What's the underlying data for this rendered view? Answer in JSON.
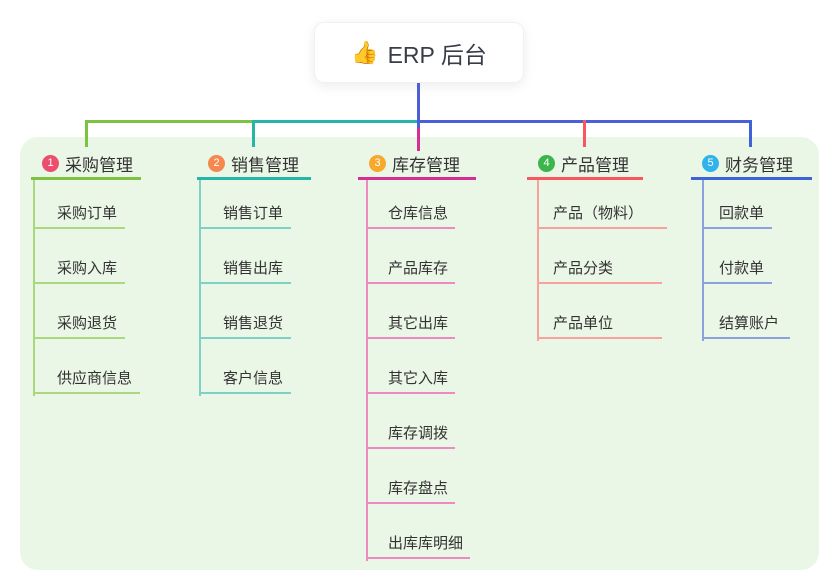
{
  "root": {
    "icon": "👍",
    "title": "ERP 后台"
  },
  "connector": {
    "root_color": "#4b5fd6"
  },
  "panel_color": "#eaf6e6",
  "branches": [
    {
      "num": "1",
      "label": "采购管理",
      "badge_color": "#ec4f6d",
      "color": "#7cc243",
      "light_color": "#a9d87f",
      "children": [
        "采购订单",
        "采购入库",
        "采购退货",
        "供应商信息"
      ]
    },
    {
      "num": "2",
      "label": "销售管理",
      "badge_color": "#f6884e",
      "color": "#27b5a8",
      "light_color": "#7fd0c5",
      "children": [
        "销售订单",
        "销售出库",
        "销售退货",
        "客户信息"
      ]
    },
    {
      "num": "3",
      "label": "库存管理",
      "badge_color": "#f7a92b",
      "color": "#d62f94",
      "light_color": "#ee8ac2",
      "children": [
        "仓库信息",
        "产品库存",
        "其它出库",
        "其它入库",
        "库存调拨",
        "库存盘点",
        "出库库明细"
      ]
    },
    {
      "num": "4",
      "label": "产品管理",
      "badge_color": "#3cb54b",
      "color": "#f8575f",
      "light_color": "#f9a29d",
      "children": [
        "产品（物料）",
        "产品分类",
        "产品单位"
      ]
    },
    {
      "num": "5",
      "label": "财务管理",
      "badge_color": "#2fb3ea",
      "color": "#3e63d8",
      "light_color": "#8ba2de",
      "children": [
        "回款单",
        "付款单",
        "结算账户"
      ]
    }
  ]
}
